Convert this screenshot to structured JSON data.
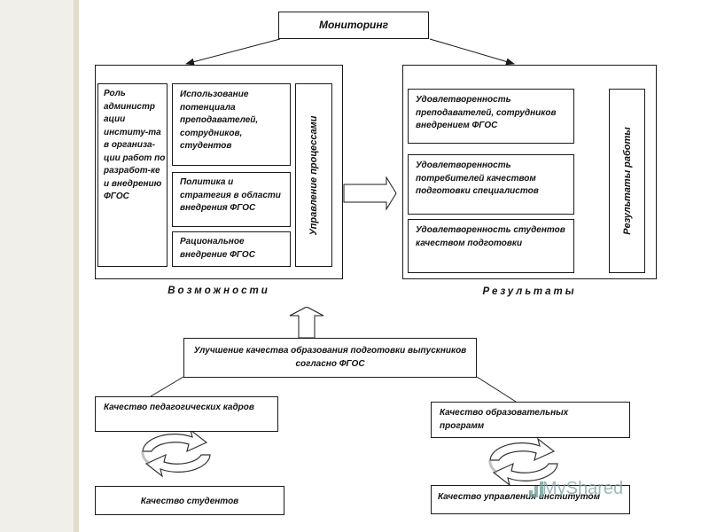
{
  "monitoring": "Мониторинг",
  "left_panel": {
    "role_text": "Роль администр ации институ-та в организа-ции работ по разработ-ке и внедрению ФГОС",
    "item1": "Использование потенциала преподавателей, сотрудников, студентов",
    "item2": "Политика и стратегия в области внедрения ФГОС",
    "item3": "Рациональное внедрение ФГОС",
    "vertical_label": "Управление процессами",
    "footer": "Возможности"
  },
  "right_panel": {
    "item1": "Удовлетворенность преподавателей, сотрудников внедрением ФГОС",
    "item2": "Удовлетворенность потребителей качеством подготовки специалистов",
    "item3": "Удовлетворенность студентов качеством подготовки",
    "vertical_label": "Результаты работы",
    "footer": "Результаты"
  },
  "improvement": "Улучшение качества образования подготовки выпускников согласно ФГОС",
  "quality_teachers": "Качество педагогических кадров",
  "quality_students": "Качество студентов",
  "quality_programs": "Качество образовательных программ",
  "quality_management": "Качество управления институтом",
  "watermark": "MyShared",
  "colors": {
    "accent_bar": "#e8e2d4",
    "page_bg": "#f1efe9",
    "line": "#1a1a1a"
  }
}
